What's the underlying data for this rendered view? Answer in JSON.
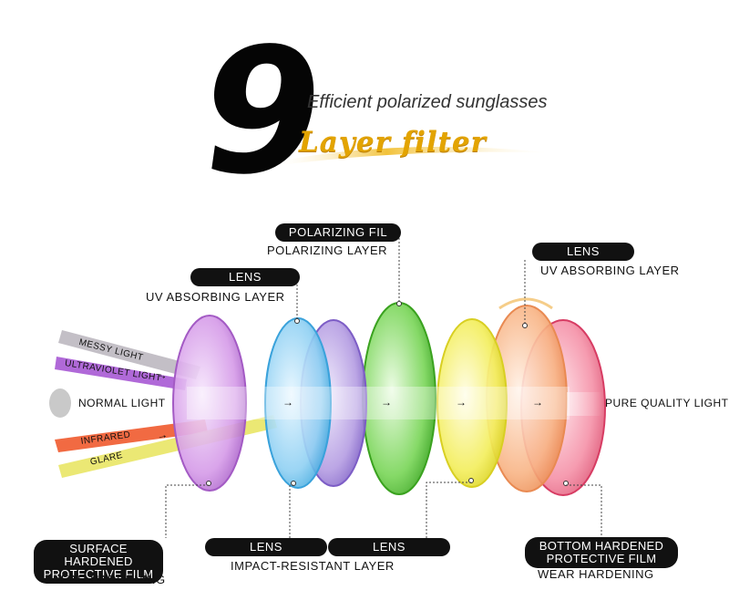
{
  "header": {
    "number": "9",
    "tagline": "Efficient polarized sunglasses",
    "title": "Layer filter"
  },
  "inputs": {
    "messy_light": "MESSY LIGHT",
    "ultraviolet_light": "ULTRAVIOLET LIGHT",
    "normal_light": "NORMAL LIGHT",
    "infrared": "INFRARED",
    "glare": "GLARE"
  },
  "output": {
    "pure_quality_light": "PURE QUALITY LIGHT"
  },
  "callouts": {
    "lens_uv_left": {
      "tag": "LENS",
      "caption": "UV ABSORBING LAYER"
    },
    "polarizing": {
      "tag": "POLARIZING FIL",
      "caption": "POLARIZING LAYER"
    },
    "lens_uv_right": {
      "tag": "LENS",
      "caption": "UV ABSORBING LAYER"
    },
    "surface_hardened": {
      "tag_line1": "SURFACE HARDENED",
      "tag_line2": "PROTECTIVE FILM",
      "caption": "WEAR HARDENING"
    },
    "lens_impact": {
      "tag": "LENS",
      "caption": "IMPACT-RESISTANT LAYER"
    },
    "lens_bottom": {
      "tag": "LENS"
    },
    "bottom_hardened": {
      "tag_line1": "BOTTOM HARDENED",
      "tag_line2": "PROTECTIVE FILM",
      "caption": "WEAR HARDENING"
    }
  },
  "arrow_glyph": "→",
  "colors": {
    "purple": "#c77fe0",
    "blue": "#6cc3f0",
    "violet": "#9b7fd8",
    "green": "#55c83a",
    "yellow": "#f2ec3c",
    "orange": "#f7a36a",
    "pink": "#ef6d8a",
    "gold": "#e3a400"
  }
}
